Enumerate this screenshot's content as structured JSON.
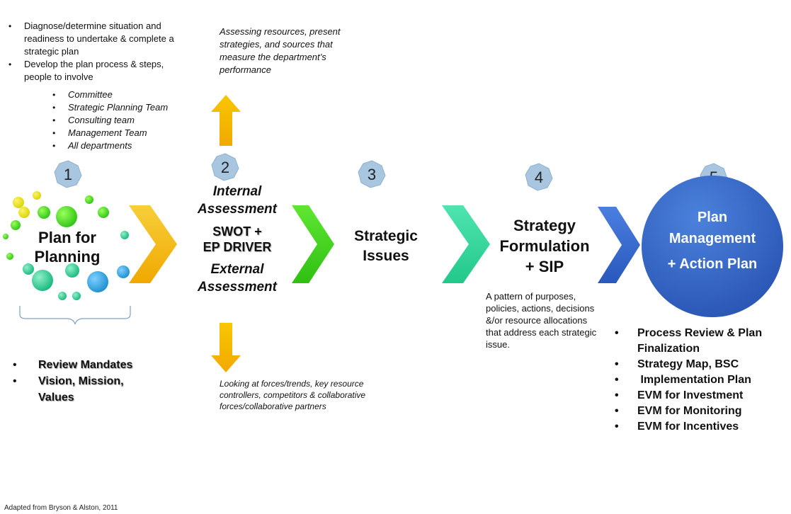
{
  "plan_bullets": {
    "items": [
      "Diagnose/determine situation and readiness to undertake & complete a strategic plan",
      "Develop the plan process & steps, people to involve"
    ],
    "sub_items": [
      "Committee",
      "Strategic Planning Team",
      "Consulting team",
      "Management Team",
      "All departments"
    ]
  },
  "top_note": "Assessing resources, present strategies, and sources that measure the department’s performance",
  "bottom_note": "Looking at forces/trends, key resource controllers, competitors & collaborative forces/collaborative partners",
  "stages": [
    {
      "number": "1",
      "title_line1": "Plan for",
      "title_line2": "Planning"
    },
    {
      "number": "2",
      "internal": "Internal Assessment",
      "swot_line1": "SWOT +",
      "swot_line2": "EP DRIVER",
      "external": "External Assessment"
    },
    {
      "number": "3",
      "title_line1": "Strategic",
      "title_line2": "Issues"
    },
    {
      "number": "4",
      "title_line1": "Strategy",
      "title_line2": "Formulation",
      "title_line3": "+ SIP",
      "description": "A pattern of purposes, policies, actions, decisions &/or resource allocations that address each strategic issue."
    },
    {
      "number": "5",
      "title_line1": "Plan",
      "title_line2": "Management",
      "title_line3": "+ Action Plan"
    }
  ],
  "mandates": [
    "Review Mandates",
    "Vision, Mission, Values"
  ],
  "plan_management_list": [
    "Process Review & Plan Finalization",
    "Strategy Map, BSC",
    " Implementation Plan",
    "EVM for Investment",
    "EVM for Monitoring",
    "EVM for Incentives"
  ],
  "caption": "Adapted from Bryson & Alston, 2011",
  "colors": {
    "arrow_orange": "#f5b800",
    "chevron_1": "#f2b61c",
    "chevron_2": "#45d21e",
    "chevron_3": "#3ad9a0",
    "chevron_4": "#3a6bd0",
    "circle_blue": "#2f63c4",
    "badge_blue": "#a9c6e0"
  },
  "icons": [
    "heptagon-badge-icon",
    "chevron-arrow-icon",
    "up-arrow-icon",
    "down-arrow-icon",
    "brace-icon",
    "bubble-cluster-icon"
  ]
}
